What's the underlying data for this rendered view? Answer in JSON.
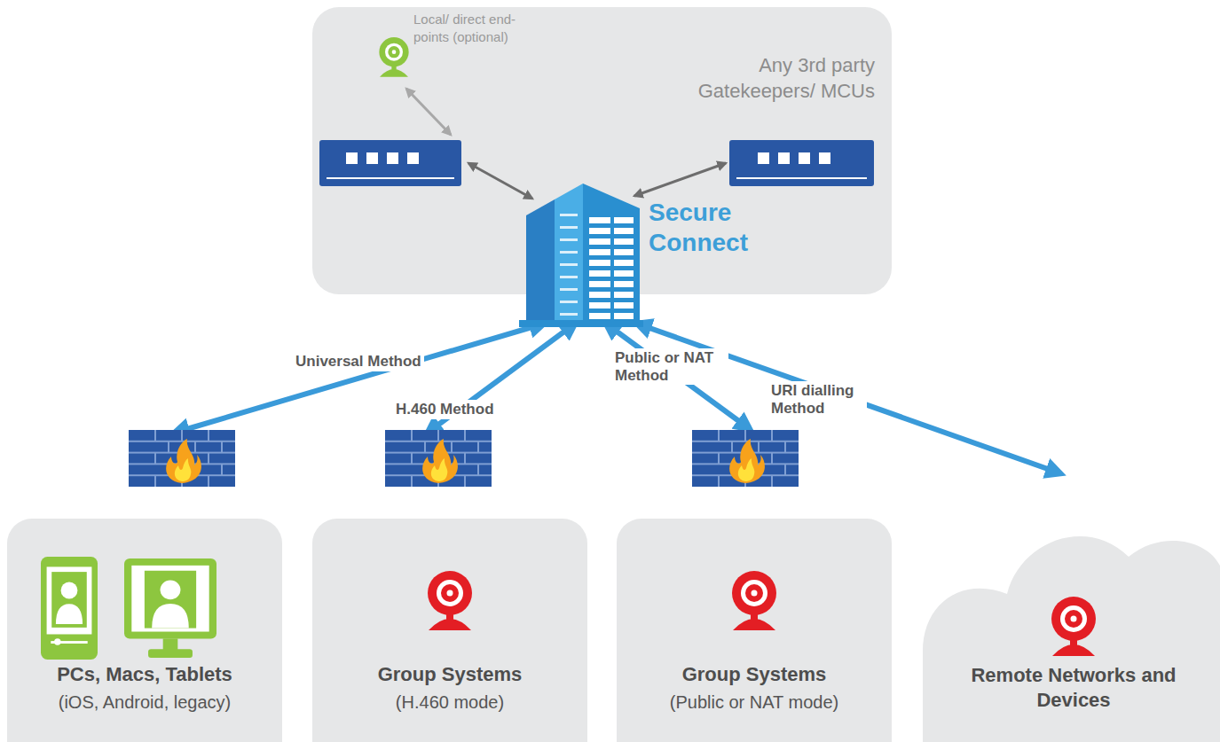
{
  "diagram": {
    "nodes": [
      {
        "text": [
          "Local/ direct end-points (optional)"
        ]
      },
      {
        "text": [
          "Any 3rd party Gatekeepers/ MCUs"
        ]
      },
      {
        "text": [
          "Secure Connect"
        ]
      },
      {
        "text": [
          "PCs, Macs, Tablets",
          "(iOS, Android, legacy)"
        ]
      },
      {
        "text": [
          "Group Systems",
          "(H.460 mode)"
        ]
      },
      {
        "text": [
          "Group Systems",
          "(Public or NAT mode)"
        ]
      },
      {
        "text": [
          "Remote Networks and Devices"
        ]
      }
    ],
    "edges": [
      {
        "from": 1,
        "to": 2,
        "arrow": "both"
      },
      {
        "from": 2,
        "to": 3,
        "label": "Universal Method",
        "arrow": "both"
      },
      {
        "from": 2,
        "to": 4,
        "label": "H.460 Method",
        "arrow": "both"
      },
      {
        "from": 2,
        "to": 5,
        "label": "Public or NAT Method",
        "arrow": "both"
      },
      {
        "from": 2,
        "to": 6,
        "label": "URI dialling Method",
        "arrow": "both"
      }
    ]
  }
}
